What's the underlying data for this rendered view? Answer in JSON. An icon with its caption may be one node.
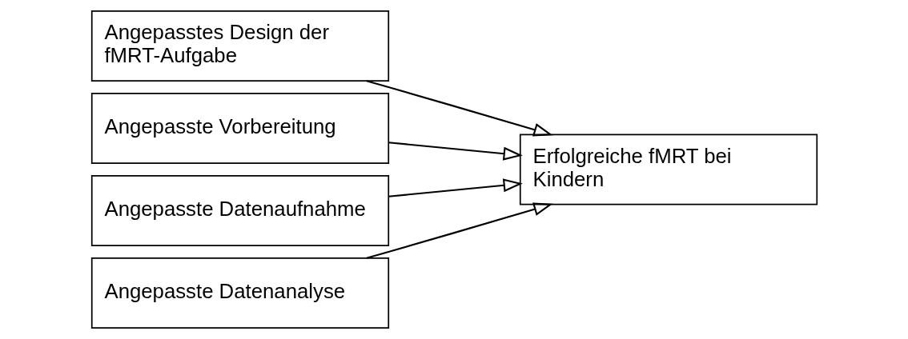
{
  "diagram": {
    "nodes": [
      {
        "text": [
          "Angepasstes Design der fMRT-Aufgabe"
        ]
      },
      {
        "text": [
          "Angepasste Vorbereitung"
        ]
      },
      {
        "text": [
          "Angepasste Datenaufnahme"
        ]
      },
      {
        "text": [
          "Angepasste Datenanalyse"
        ]
      },
      {
        "text": [
          "Erfolgreiche fMRT bei Kindern"
        ]
      }
    ],
    "edges": [
      {
        "from": 0,
        "to": 4,
        "arrow": "to"
      },
      {
        "from": 1,
        "to": 4,
        "arrow": "to"
      },
      {
        "from": 2,
        "to": 4,
        "arrow": "to"
      },
      {
        "from": 3,
        "to": 4,
        "arrow": "to"
      }
    ]
  }
}
